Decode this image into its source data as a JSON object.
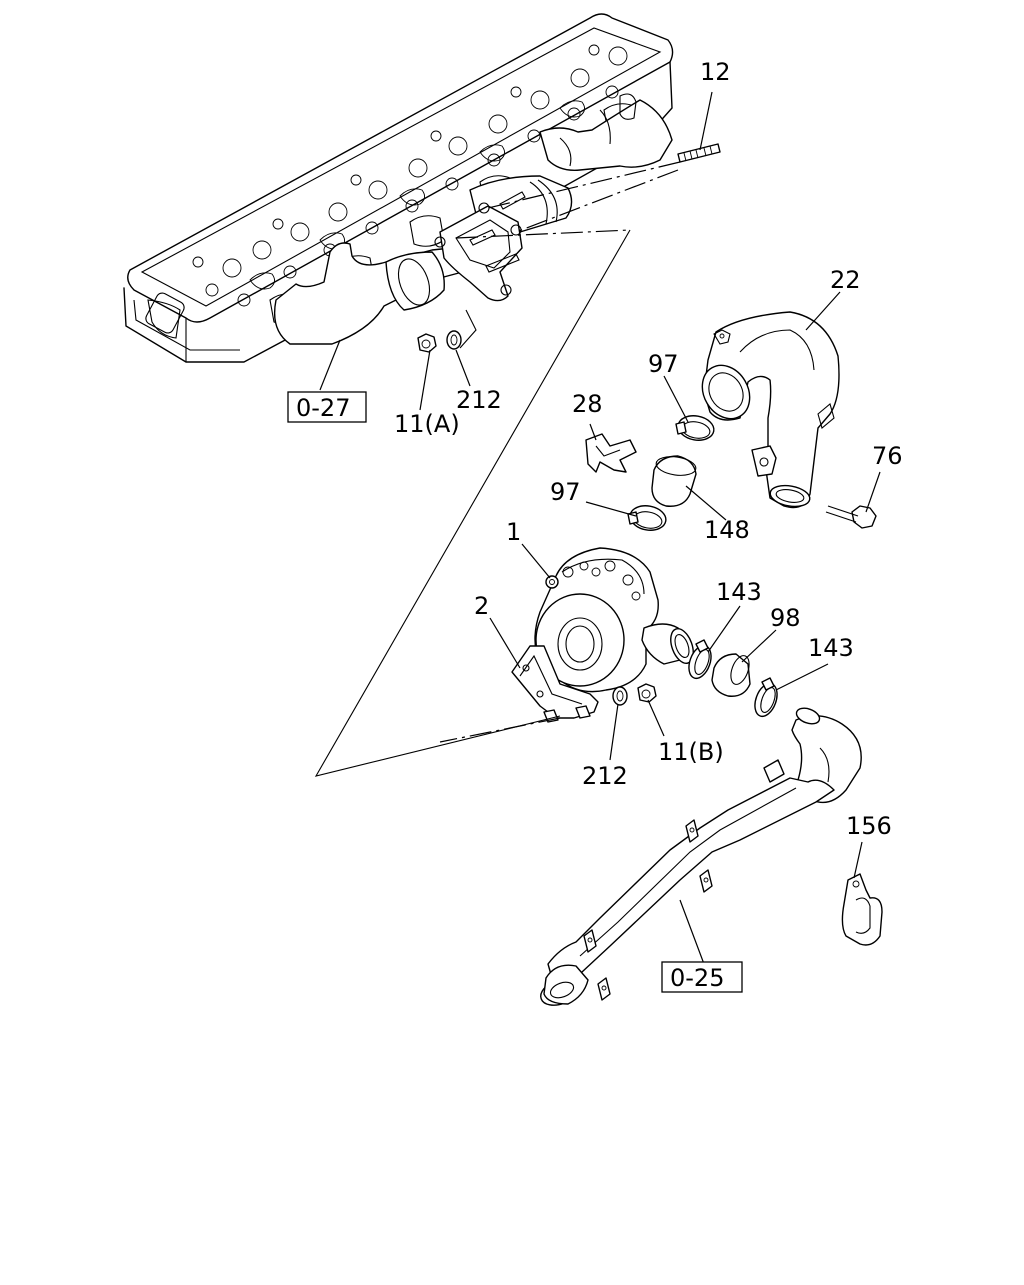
{
  "callouts": {
    "c12": "12",
    "c22": "22",
    "c28": "28",
    "c97a": "97",
    "c97b": "97",
    "c76": "76",
    "c148": "148",
    "c1": "1",
    "c2": "2",
    "c143a": "143",
    "c143b": "143",
    "c98": "98",
    "c212a": "212",
    "c212b": "212",
    "c11a": "11(A)",
    "c11b": "11(B)",
    "c156": "156"
  },
  "references": {
    "ref_027": "0-27",
    "ref_025": "0-25"
  }
}
